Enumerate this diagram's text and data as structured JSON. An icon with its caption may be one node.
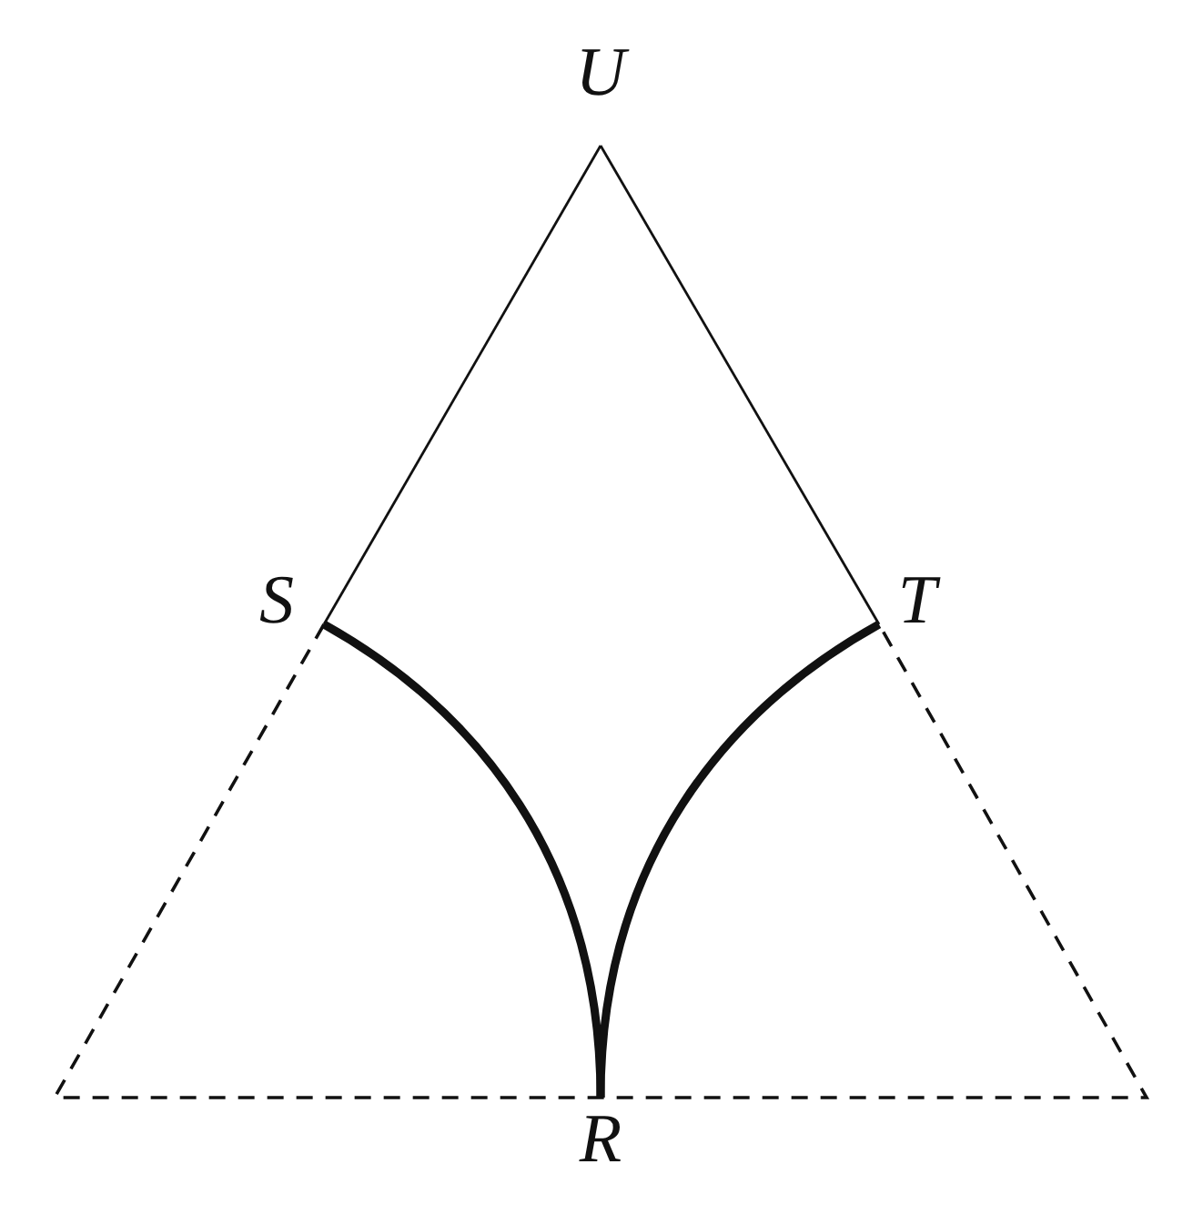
{
  "diagram": {
    "nodes": [
      {
        "text": [
          "U"
        ]
      },
      {
        "text": [
          "S"
        ]
      },
      {
        "text": [
          "T"
        ]
      },
      {
        "text": [
          "R"
        ]
      }
    ],
    "edges": [
      {
        "from": 0,
        "to": 1,
        "arrow": "none"
      },
      {
        "from": 0,
        "to": 2,
        "arrow": "none"
      },
      {
        "from": 1,
        "to": 3,
        "arrow": "none",
        "style": "thick"
      },
      {
        "from": 2,
        "to": 3,
        "arrow": "none",
        "style": "thick"
      }
    ]
  }
}
